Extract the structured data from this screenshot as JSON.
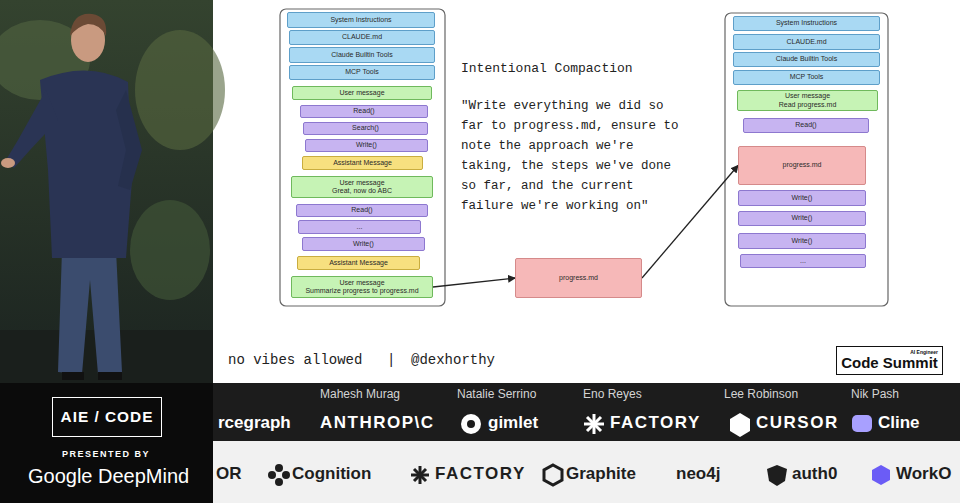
{
  "diagram": {
    "nodes": [
      {
        "text": [
          "System Instructions"
        ]
      },
      {
        "text": [
          "CLAUDE.md"
        ]
      },
      {
        "text": [
          "Claude Builtin Tools"
        ]
      },
      {
        "text": [
          "MCP Tools"
        ]
      },
      {
        "text": [
          "User message"
        ]
      },
      {
        "text": [
          "Read()"
        ]
      },
      {
        "text": [
          "Search()"
        ]
      },
      {
        "text": [
          "Write()"
        ]
      },
      {
        "text": [
          "Assistant Message"
        ]
      },
      {
        "text": [
          "User message",
          "Great, now do ABC"
        ]
      },
      {
        "text": [
          "Read()"
        ]
      },
      {
        "text": [
          "..."
        ]
      },
      {
        "text": [
          "Write()"
        ]
      },
      {
        "text": [
          "Assistant Message"
        ]
      },
      {
        "text": [
          "User message",
          "Summarize progress to progress.md"
        ]
      },
      {
        "text": [
          "progress.md"
        ]
      },
      {
        "text": [
          "System Instructions"
        ]
      },
      {
        "text": [
          "CLAUDE.md"
        ]
      },
      {
        "text": [
          "Claude Builtin Tools"
        ]
      },
      {
        "text": [
          "MCP Tools"
        ]
      },
      {
        "text": [
          "User message",
          "Read progress.md"
        ]
      },
      {
        "text": [
          "Read()"
        ]
      },
      {
        "text": [
          "progress.md"
        ]
      },
      {
        "text": [
          "Write()"
        ]
      },
      {
        "text": [
          "Write()"
        ]
      },
      {
        "text": [
          "Write()"
        ]
      },
      {
        "text": [
          "..."
        ]
      },
      {
        "text": [
          "AIE / CODE"
        ]
      },
      {
        "text": [
          "AI Engineer",
          "Code Summit"
        ]
      }
    ],
    "edges": [
      {
        "from": 14,
        "to": 15,
        "arrow": "to"
      },
      {
        "from": 15,
        "to": 22,
        "arrow": "to"
      }
    ],
    "labels": [
      "Intentional Compaction",
      "\"Write everything we did so far to progress.md, ensure to note the approach we're taking, the steps we've done so far, and the current failure we're working on\"",
      "no vibes allowed",
      "|",
      "@dexhorthy",
      "PRESENTED BY",
      "Google DeepMind",
      "Mahesh Murag",
      "Natalie Serrino",
      "Eno Reyes",
      "Lee Robinson",
      "Nik Pash",
      "rcegraph",
      "ANTHROP\\C",
      "gimlet",
      "FACTORY",
      "CURSOR",
      "Cline",
      "OR",
      "Cognition",
      "FACTORY",
      "Graphite",
      "neo4j",
      "auth0",
      "WorkO"
    ]
  }
}
